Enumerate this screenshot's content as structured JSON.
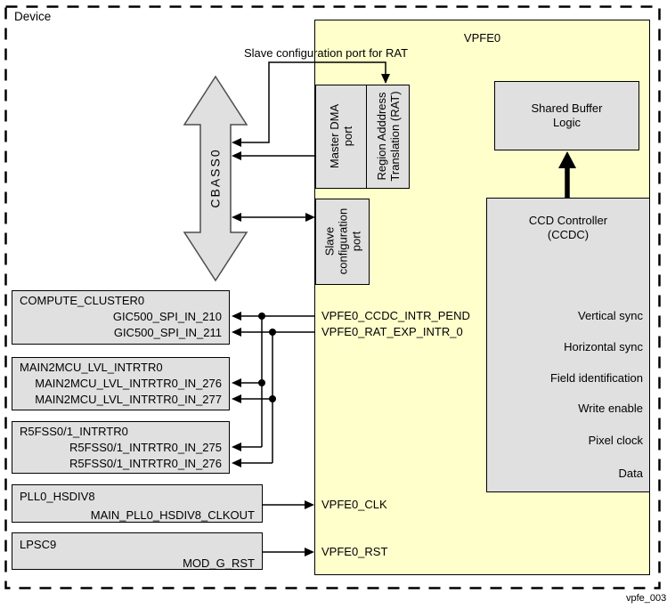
{
  "device": {
    "label": "Device"
  },
  "watermark": "vpfe_003",
  "colors": {
    "module_fill": "#FFFFCC",
    "block_fill": "#E0E0E0",
    "wire": "#000000",
    "bus_stroke": "#4d4d4d"
  },
  "cbass": {
    "label": "CBASS0"
  },
  "note_rat": "Slave configuration port for RAT",
  "vpfe": {
    "title": "VPFE0",
    "ports": {
      "master_dma": "Master DMA\nport",
      "rat": "Region Adddress\nTranslation (RAT)",
      "slave_config": "Slave\nconfiguration\nport"
    },
    "shared_buffer": "Shared Buffer\nLogic",
    "ccdc": {
      "title": "CCD Controller\n(CCDC)",
      "signals": [
        "Vertical sync",
        "Horizontal sync",
        "Field identification",
        "Write enable",
        "Pixel clock",
        "Data"
      ]
    },
    "signals": {
      "ccdc_intr": "VPFE0_CCDC_INTR_PEND",
      "rat_intr": "VPFE0_RAT_EXP_INTR_0",
      "clk": "VPFE0_CLK",
      "rst": "VPFE0_RST"
    }
  },
  "left_boxes": [
    {
      "title": "COMPUTE_CLUSTER0",
      "rows": [
        "GIC500_SPI_IN_210",
        "GIC500_SPI_IN_211"
      ]
    },
    {
      "title": "MAIN2MCU_LVL_INTRTR0",
      "rows": [
        "MAIN2MCU_LVL_INTRTR0_IN_276",
        "MAIN2MCU_LVL_INTRTR0_IN_277"
      ]
    },
    {
      "title": "R5FSS0/1_INTRTR0",
      "rows": [
        "R5FSS0/1_INTRTR0_IN_275",
        "R5FSS0/1_INTRTR0_IN_276"
      ]
    },
    {
      "title": "PLL0_HSDIV8",
      "rows": [
        "MAIN_PLL0_HSDIV8_CLKOUT"
      ]
    },
    {
      "title": "LPSC9",
      "rows": [
        "MOD_G_RST"
      ]
    }
  ]
}
